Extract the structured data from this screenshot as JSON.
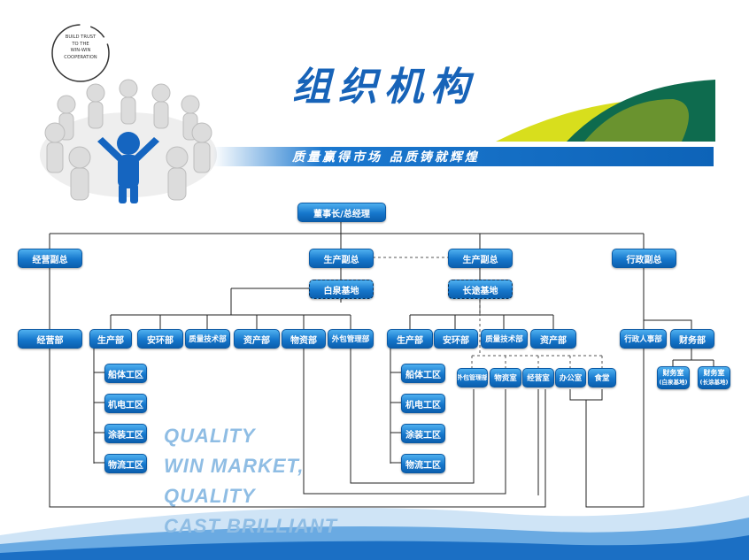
{
  "logo": {
    "lines": [
      "BUILD TRUST",
      "TO THE",
      "WIN-WIN",
      "COOPERATION"
    ]
  },
  "title": "组织机构",
  "slogan": "质量赢得市场    品质铸就辉煌",
  "english": {
    "lines": [
      "QUALITY",
      "WIN MARKET,",
      "QUALITY",
      "CAST BRILLIANT"
    ]
  },
  "colors": {
    "box": "#1677cc",
    "title": "#1763b8",
    "band": "#0d63b8",
    "hill_green": "#0e6b4e",
    "hill_yellow": "#d8de1d",
    "english": "#8fbde4"
  },
  "org": {
    "ceo": "董事长/总经理",
    "vp_business": "经营副总",
    "vp_prod_1": "生产副总",
    "vp_prod_2": "生产副总",
    "vp_admin": "行政副总",
    "base_1": "白泉基地",
    "base_2": "长途基地",
    "bus_dept": "经营部",
    "base1_depts": [
      "生产部",
      "安环部",
      "质量技术部",
      "资产部",
      "物资部",
      "外包管理部"
    ],
    "base1_areas": [
      "船体工区",
      "机电工区",
      "涂装工区",
      "物流工区"
    ],
    "base2_depts": [
      "生产部",
      "安环部",
      "质量技术部",
      "资产部"
    ],
    "base2_areas": [
      "船体工区",
      "机电工区",
      "涂装工区",
      "物流工区"
    ],
    "base2_offices": [
      "外包管理部",
      "物资室",
      "经营室",
      "办公室",
      "食堂"
    ],
    "admin_depts": [
      "行政人事部",
      "财务部"
    ],
    "finance_offices": [
      {
        "name": "财务室",
        "sub": "(白泉基地)"
      },
      {
        "name": "财务室",
        "sub": "(长涂基地)"
      }
    ]
  }
}
